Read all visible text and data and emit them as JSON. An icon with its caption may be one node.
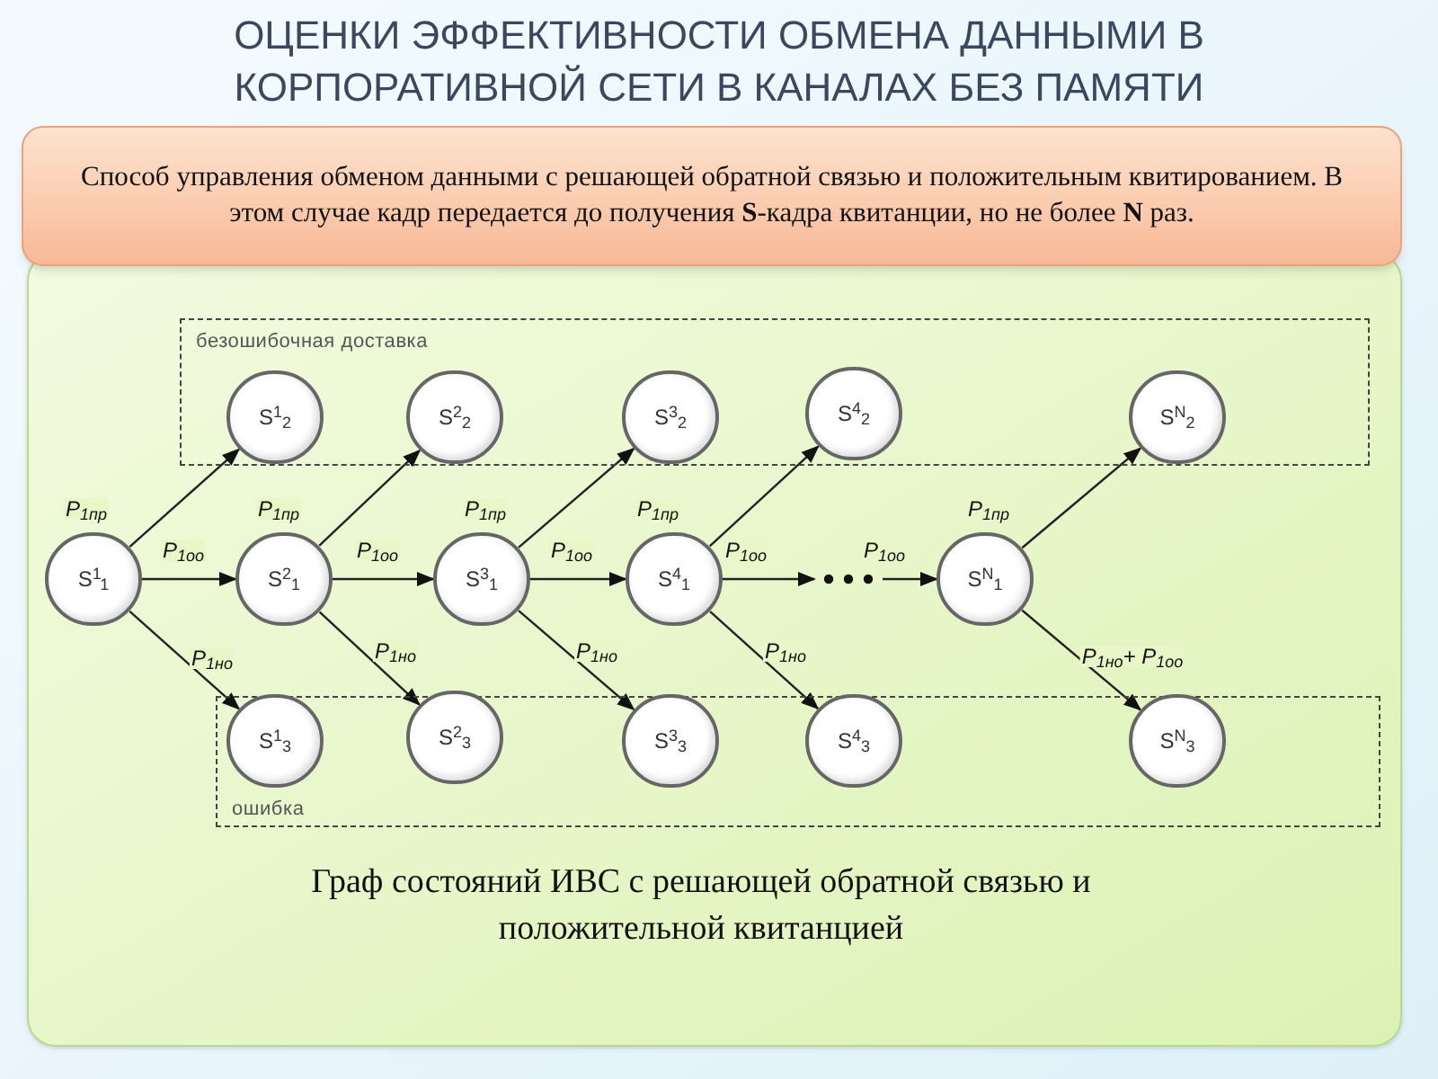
{
  "diagram": {
    "title": "ОЦЕНКИ ЭФФЕКТИВНОСТИ ОБМЕНА ДАННЫМИ В КОРПОРАТИВНОЙ СЕТИ В КАНАЛАХ БЕЗ ПАМЯТИ",
    "caption": "Граф состояний ИВС с решающей обратной связью и положительной квитанцией",
    "nodes": [
      {
        "text": [
          "Способ управления обменом данными с решающей обратной связью и положительным квитированием. В этом случае кадр передается до получения **S**-кадра квитанции, но не более **N** раз."
        ]
      },
      {
        "text": [
          "безошибочная доставка"
        ]
      },
      {
        "text": [
          "S$^{1}$$_{2}$"
        ],
        "in": 1
      },
      {
        "text": [
          "S$^{2}$$_{2}$"
        ],
        "in": 1
      },
      {
        "text": [
          "S$^{3}$$_{2}$"
        ],
        "in": 1
      },
      {
        "text": [
          "S$^{4}$$_{2}$"
        ],
        "in": 1
      },
      {
        "text": [
          "S$^{N}$$_{2}$"
        ],
        "in": 1
      },
      {
        "text": [
          "S$^{1}$$_{1}$"
        ]
      },
      {
        "text": [
          "S$^{2}$$_{1}$"
        ]
      },
      {
        "text": [
          "S$^{3}$$_{1}$"
        ]
      },
      {
        "text": [
          "S$^{4}$$_{1}$"
        ]
      },
      {
        "text": [],
        "shape": "dots"
      },
      {
        "text": [
          "S$^{N}$$_{1}$"
        ]
      },
      {
        "text": [
          "ошибка"
        ]
      },
      {
        "text": [
          "S$^{1}$$_{3}$"
        ],
        "in": 13
      },
      {
        "text": [
          "S$^{2}$$_{3}$"
        ],
        "in": 13
      },
      {
        "text": [
          "S$^{3}$$_{3}$"
        ],
        "in": 13
      },
      {
        "text": [
          "S$^{4}$$_{3}$"
        ],
        "in": 13
      },
      {
        "text": [
          "S$^{N}$$_{3}$"
        ],
        "in": 13
      }
    ],
    "edges": [
      {
        "from": 7,
        "to": 2,
        "arrow": "to",
        "label": "P$_{1пр}$"
      },
      {
        "from": 7,
        "to": 8,
        "arrow": "to",
        "label": "P$_{1оо}$"
      },
      {
        "from": 7,
        "to": 14,
        "arrow": "to",
        "label": "P$_{1но}$"
      },
      {
        "from": 8,
        "to": 3,
        "arrow": "to",
        "label": "P$_{1пр}$"
      },
      {
        "from": 8,
        "to": 9,
        "arrow": "to",
        "label": "P$_{1оо}$"
      },
      {
        "from": 8,
        "to": 15,
        "arrow": "to",
        "label": "P$_{1но}$"
      },
      {
        "from": 9,
        "to": 4,
        "arrow": "to",
        "label": "P$_{1пр}$"
      },
      {
        "from": 9,
        "to": 10,
        "arrow": "to",
        "label": "P$_{1оо}$"
      },
      {
        "from": 9,
        "to": 16,
        "arrow": "to",
        "label": "P$_{1но}$"
      },
      {
        "from": 10,
        "to": 5,
        "arrow": "to",
        "label": "P$_{1пр}$"
      },
      {
        "from": 10,
        "to": 11,
        "arrow": "to",
        "label": "P$_{1оо}$"
      },
      {
        "from": 10,
        "to": 17,
        "arrow": "to",
        "label": "P$_{1но}$"
      },
      {
        "from": 11,
        "to": 12,
        "arrow": "to",
        "label": "P$_{1оо}$"
      },
      {
        "from": 12,
        "to": 6,
        "arrow": "to",
        "label": "P$_{1пр}$"
      },
      {
        "from": 12,
        "to": 18,
        "arrow": "to",
        "label": "P$_{1но}$+ P$_{1оо}$"
      }
    ]
  }
}
